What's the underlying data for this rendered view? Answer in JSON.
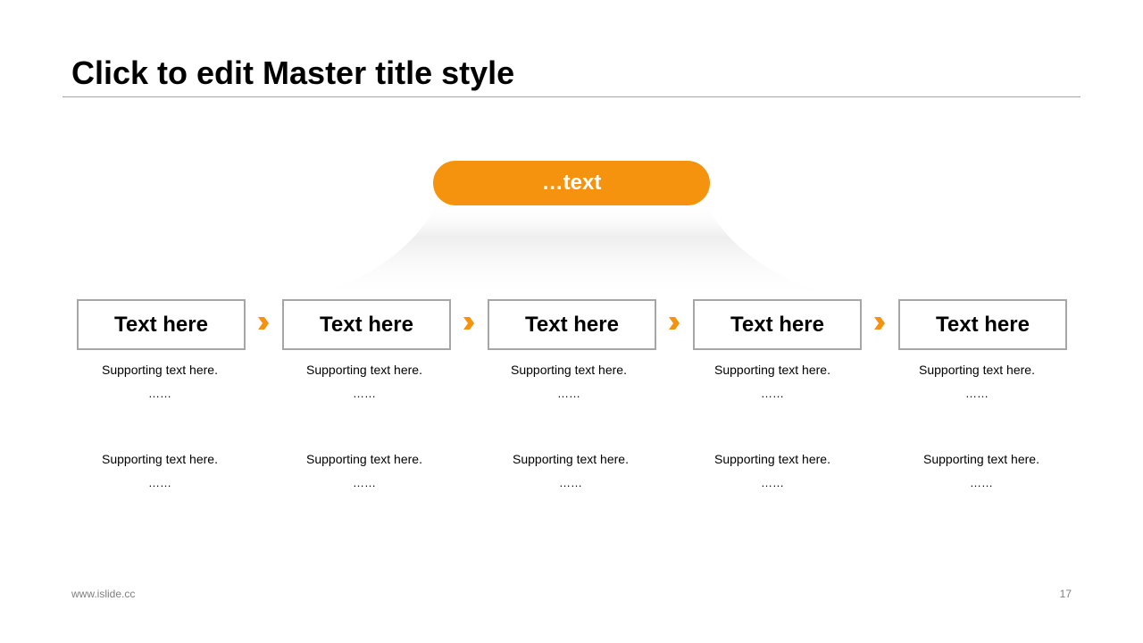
{
  "title": "Click to edit Master title style",
  "center_label": "…text",
  "steps": [
    {
      "label": "Text here",
      "support1": "Supporting text here.",
      "dots1": "……",
      "support2": "Supporting text here.",
      "dots2": "……"
    },
    {
      "label": "Text here",
      "support1": "Supporting text here.",
      "dots1": "……",
      "support2": "Supporting text here.",
      "dots2": "……"
    },
    {
      "label": "Text here",
      "support1": "Supporting text here.",
      "dots1": "……",
      "support2": "Supporting text here.",
      "dots2": "……"
    },
    {
      "label": "Text here",
      "support1": "Supporting text here.",
      "dots1": "……",
      "support2": "Supporting text here.",
      "dots2": "……"
    },
    {
      "label": "Text here",
      "support1": "Supporting text here.",
      "dots1": "……",
      "support2": "Supporting text here.",
      "dots2": "……"
    }
  ],
  "footer": {
    "url": "www.islide.cc",
    "page": "17"
  },
  "colors": {
    "accent": "#f5920e",
    "box_border": "#a6a6a6",
    "rule": "#a6a6a6"
  },
  "icons": {
    "connector": "chevron-right-icon"
  }
}
